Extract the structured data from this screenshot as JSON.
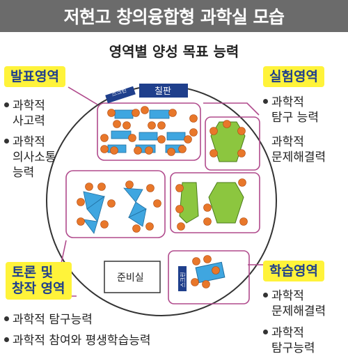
{
  "title": "저현고 창의융합형 과학실 모습",
  "subtitle": "영역별 양성 목표 능력",
  "zones": {
    "presentation": {
      "label": "발표영역",
      "items": [
        [
          "과학적",
          "사고력"
        ],
        [
          "과학적",
          "의사소통",
          "능력"
        ]
      ]
    },
    "experiment": {
      "label": "실험영역",
      "items": [
        [
          "과학적",
          "탐구 능력"
        ],
        [
          "과학적",
          "문제해결력"
        ]
      ]
    },
    "discussion": {
      "label_line1": "토론 및",
      "label_line2": "창작 영역",
      "items": [
        "과학적 탐구능력",
        "과학적 참여와 평생학습능력"
      ]
    },
    "learning": {
      "label": "학습영역",
      "items": [
        [
          "과학적",
          "문제해결력"
        ],
        [
          "과학적",
          "탐구능력"
        ]
      ]
    }
  },
  "room": {
    "blackboard": "칠판",
    "screen": "스크린",
    "prep_room": "준비실",
    "screen2": "스크린"
  },
  "colors": {
    "title_bg": "#6b6b6b",
    "badge_bg": "#fff33a",
    "badge_text": "#1f3f8c",
    "zone_border": "#b04a8c",
    "desk_blue": "#3fa6e0",
    "desk_green": "#8cc63f",
    "seat_orange": "#e8772a",
    "blackboard_navy": "#1f3f8c"
  }
}
